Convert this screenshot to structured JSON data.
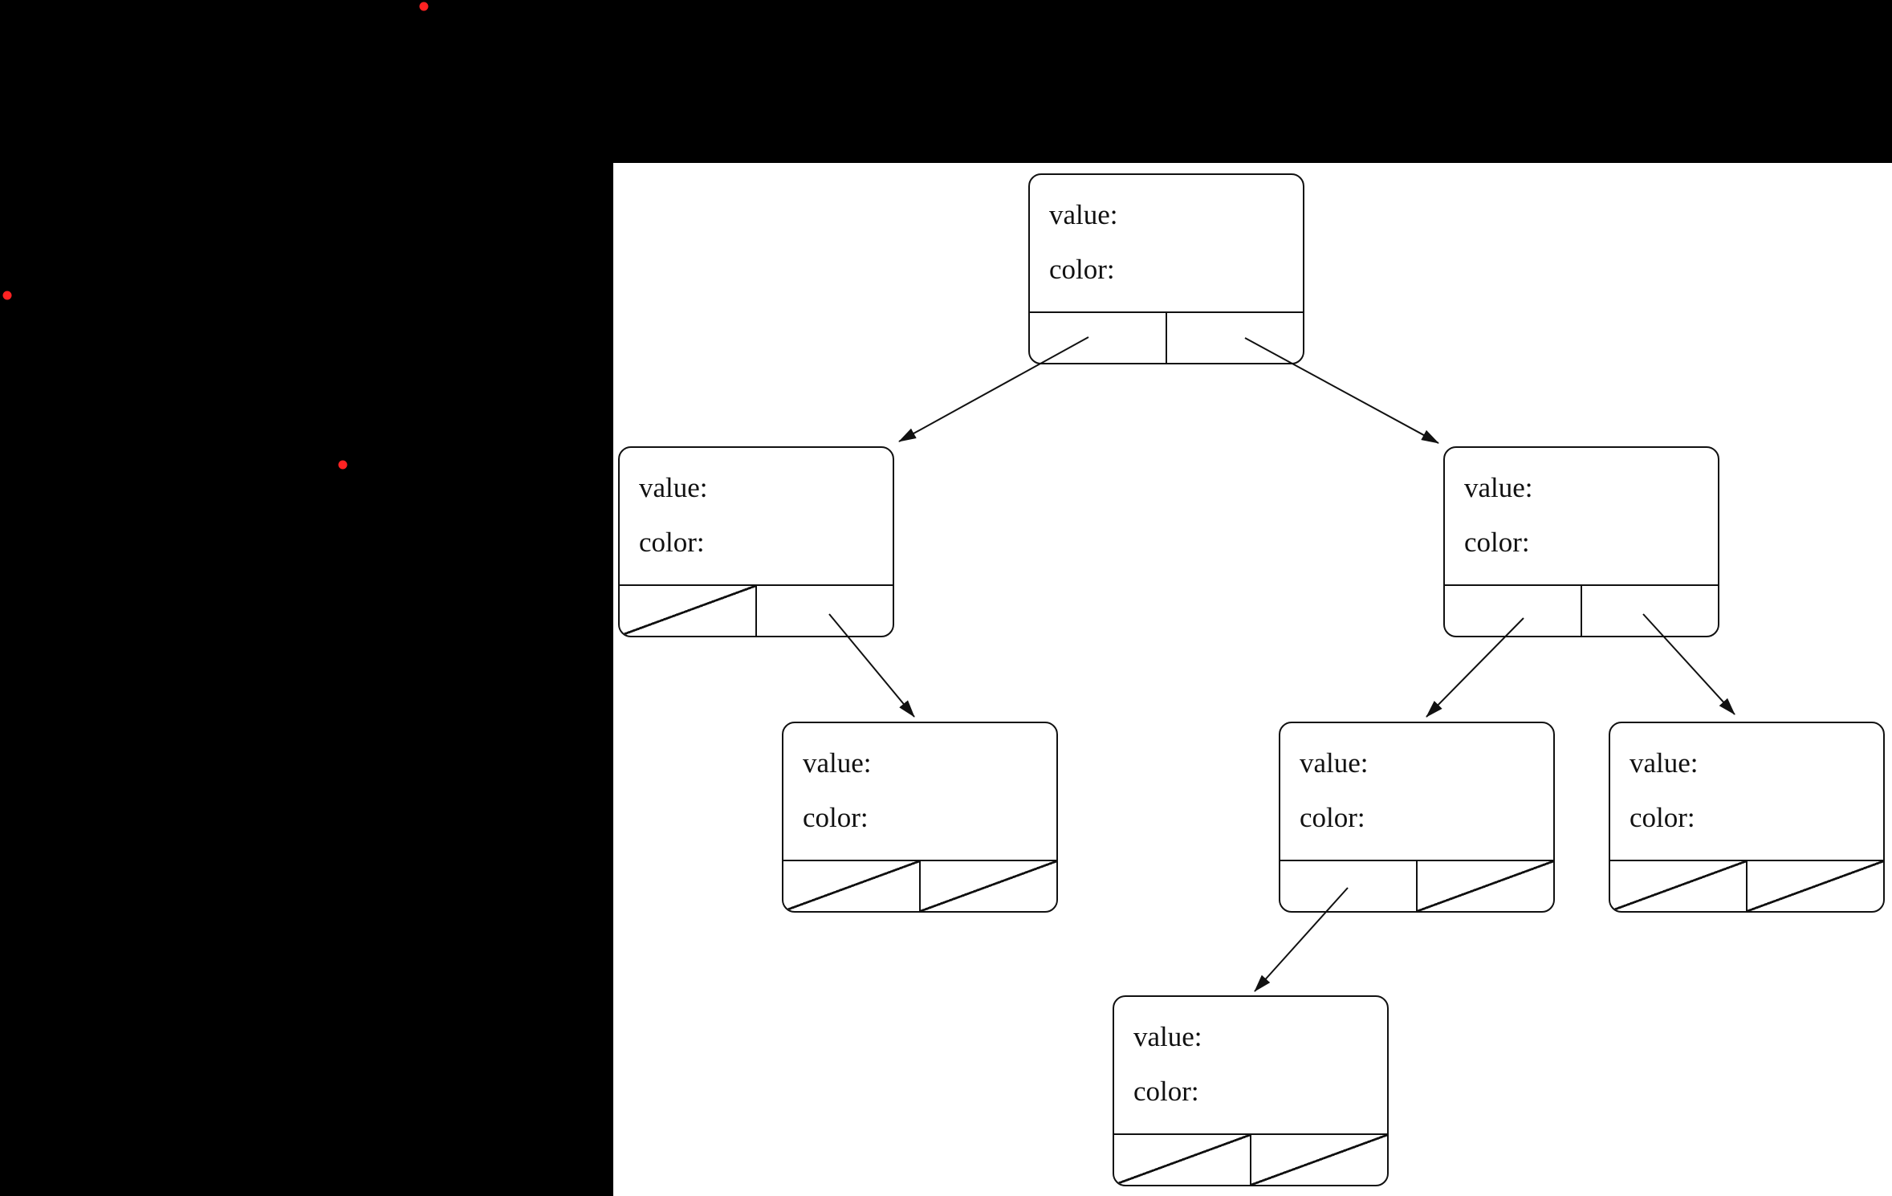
{
  "page": {
    "background_color": "#000000",
    "canvas_color": "#ffffff",
    "marker_dot_color": "#ff2222",
    "line_color": "#111111"
  },
  "diagram": {
    "type": "binary-tree-diagram",
    "description": "Tree of record nodes each showing value and color fields with two pointer slots; slashed slots are null pointers",
    "nodes": [
      {
        "id": "root",
        "value_label": "value:",
        "color_label": "color:",
        "left_pointer": "child-arrow",
        "right_pointer": "child-arrow"
      },
      {
        "id": "left-child",
        "value_label": "value:",
        "color_label": "color:",
        "left_pointer": "null-slash",
        "right_pointer": "child-arrow"
      },
      {
        "id": "right-child",
        "value_label": "value:",
        "color_label": "color:",
        "left_pointer": "child-arrow",
        "right_pointer": "child-arrow"
      },
      {
        "id": "left-right-grandchild",
        "value_label": "value:",
        "color_label": "color:",
        "left_pointer": "null-slash",
        "right_pointer": "null-slash"
      },
      {
        "id": "right-left-grandchild",
        "value_label": "value:",
        "color_label": "color:",
        "left_pointer": "child-arrow",
        "right_pointer": "null-slash"
      },
      {
        "id": "right-right-grandchild",
        "value_label": "value:",
        "color_label": "color:",
        "left_pointer": "null-slash",
        "right_pointer": "null-slash"
      },
      {
        "id": "right-left-left-greatgrandchild",
        "value_label": "value:",
        "color_label": "color:",
        "left_pointer": "null-slash",
        "right_pointer": "null-slash"
      }
    ],
    "edges": [
      {
        "from": "root",
        "slot": "left",
        "to": "left-child"
      },
      {
        "from": "root",
        "slot": "right",
        "to": "right-child"
      },
      {
        "from": "left-child",
        "slot": "right",
        "to": "left-right-grandchild"
      },
      {
        "from": "right-child",
        "slot": "left",
        "to": "right-left-grandchild"
      },
      {
        "from": "right-child",
        "slot": "right",
        "to": "right-right-grandchild"
      },
      {
        "from": "right-left-grandchild",
        "slot": "left",
        "to": "right-left-left-greatgrandchild"
      }
    ]
  }
}
